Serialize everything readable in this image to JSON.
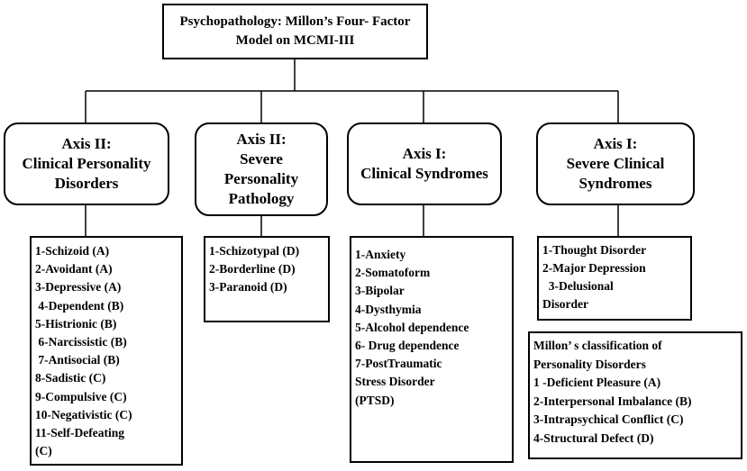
{
  "root": {
    "lines": [
      "Psychopathology: Millon’s Four- Factor",
      "Model on MCMI-III"
    ]
  },
  "axes": [
    {
      "lines": [
        "Axis II:",
        "Clinical Personality",
        "Disorders"
      ]
    },
    {
      "lines": [
        "Axis II:",
        "Severe",
        "Personality",
        "Pathology"
      ]
    },
    {
      "lines": [
        "Axis I:",
        "Clinical Syndromes"
      ]
    },
    {
      "lines": [
        "Axis I:",
        "Severe Clinical",
        "Syndromes"
      ]
    }
  ],
  "lists": [
    {
      "items": [
        "1-Schizoid (A)",
        "2-Avoidant (A)",
        "3-Depressive (A)",
        " 4-Dependent (B)",
        "5-Histrionic (B)",
        " 6-Narcissistic (B)",
        " 7-Antisocial (B)",
        "8-Sadistic (C)",
        "9-Compulsive (C)",
        "10-Negativistic (C)",
        "11-Self-Defeating",
        "(C)"
      ]
    },
    {
      "items": [
        "1-Schizotypal (D)",
        "2-Borderline (D)",
        "3-Paranoid (D)"
      ]
    },
    {
      "items": [
        "1-Anxiety",
        "2-Somatoform",
        "3-Bipolar",
        "4-Dysthymia",
        "5-Alcohol dependence",
        "6- Drug dependence",
        "7-PostTraumatic",
        "Stress Disorder",
        "(PTSD)"
      ]
    },
    {
      "items": [
        "1-Thought Disorder",
        "2-Major Depression",
        "  3-Delusional",
        "Disorder"
      ]
    }
  ],
  "classification": {
    "title_lines": [
      "Millon’ s classification of",
      "Personality Disorders"
    ],
    "items": [
      "1 -Deficient Pleasure (A)",
      "2-Interpersonal Imbalance (B)",
      "3-Intrapsychical Conflict (C)",
      "4-Structural Defect (D)"
    ]
  }
}
